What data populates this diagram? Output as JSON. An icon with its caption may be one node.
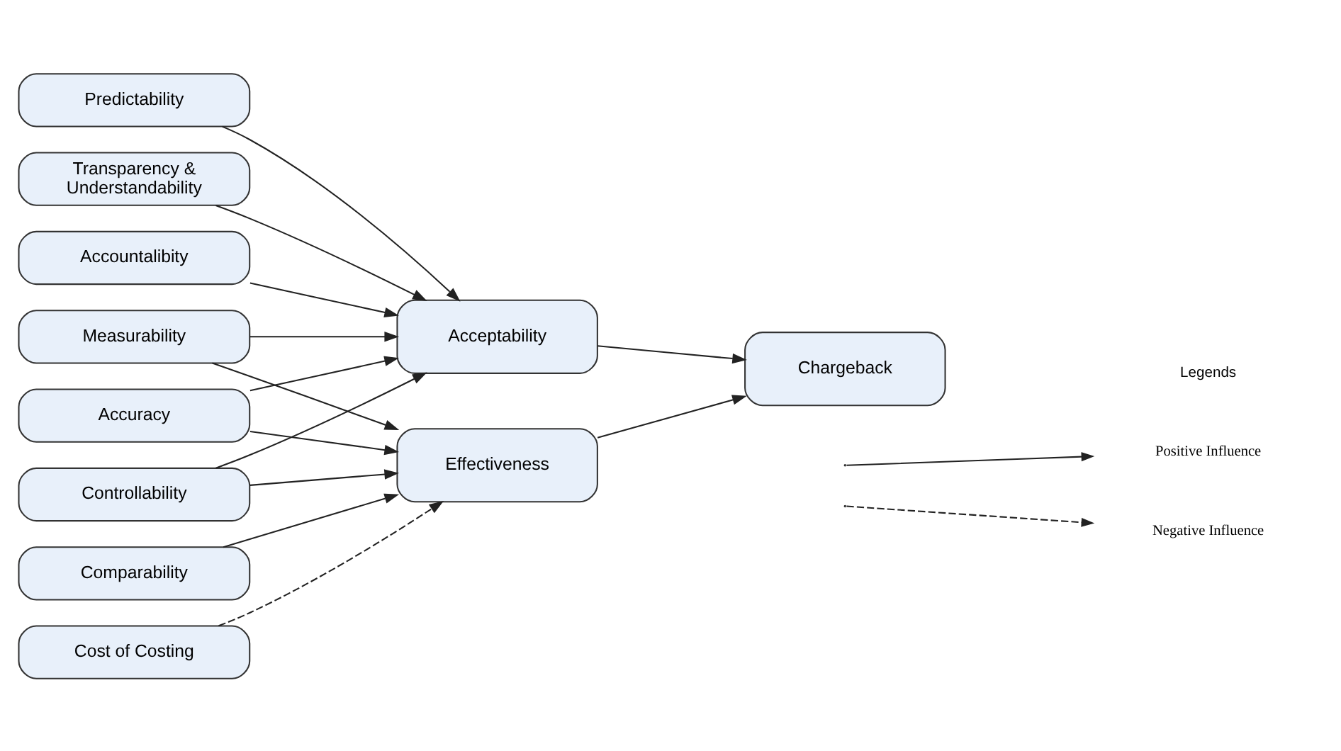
{
  "diagram": {
    "nodes": [
      {
        "text": [
          "Predictability"
        ]
      },
      {
        "text": [
          "Transparency & Understandability"
        ]
      },
      {
        "text": [
          "Accountalibity"
        ]
      },
      {
        "text": [
          "Measurability"
        ]
      },
      {
        "text": [
          "Accuracy"
        ]
      },
      {
        "text": [
          "Controllability"
        ]
      },
      {
        "text": [
          "Comparability"
        ]
      },
      {
        "text": [
          "Cost of Costing"
        ]
      },
      {
        "text": [
          "Acceptability"
        ]
      },
      {
        "text": [
          "Effectiveness"
        ]
      },
      {
        "text": [
          "Chargeback"
        ]
      }
    ],
    "edges": [
      {
        "from": 0,
        "to": 8,
        "arrow": "to"
      },
      {
        "from": 1,
        "to": 8,
        "arrow": "to"
      },
      {
        "from": 2,
        "to": 8,
        "arrow": "to"
      },
      {
        "from": 3,
        "to": 8,
        "arrow": "to"
      },
      {
        "from": 3,
        "to": 9,
        "arrow": "to"
      },
      {
        "from": 4,
        "to": 8,
        "arrow": "to"
      },
      {
        "from": 4,
        "to": 9,
        "arrow": "to"
      },
      {
        "from": 5,
        "to": 8,
        "arrow": "to"
      },
      {
        "from": 5,
        "to": 9,
        "arrow": "to"
      },
      {
        "from": 6,
        "to": 9,
        "arrow": "to"
      },
      {
        "from": 7,
        "to": 9,
        "arrow": "to",
        "style": "dashed"
      },
      {
        "from": 8,
        "to": 10,
        "arrow": "to"
      },
      {
        "from": 9,
        "to": 10,
        "arrow": "to"
      }
    ],
    "labels": [
      "Legends"
    ],
    "legend": [
      {
        "text": "Positive Influence"
      },
      {
        "text": "Negative Influence"
      }
    ]
  }
}
